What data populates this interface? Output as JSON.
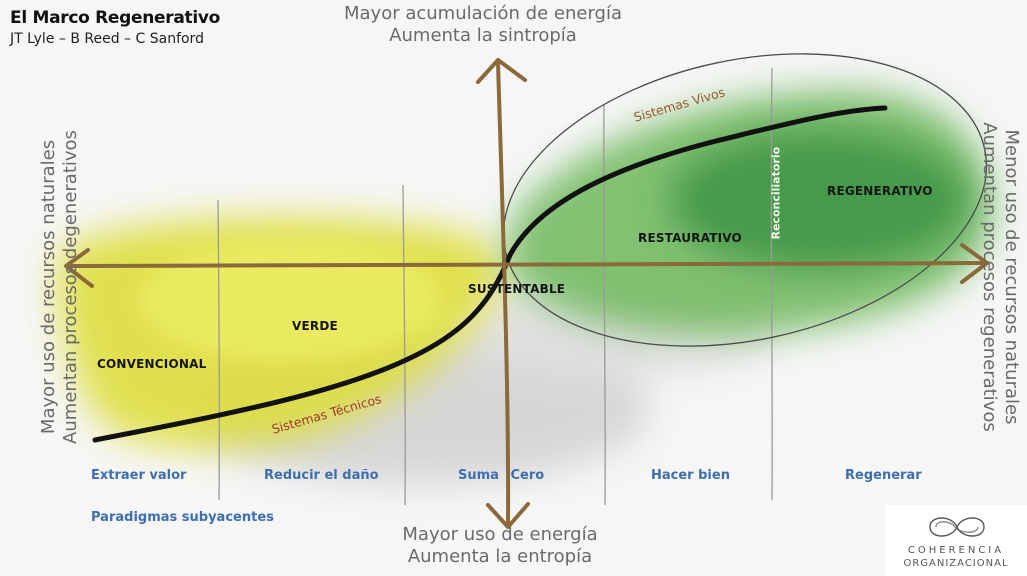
{
  "title": "El Marco Regenerativo",
  "subtitle": "JT Lyle – B Reed – C Sanford",
  "axes": {
    "top": [
      "Mayor acumulación de energía",
      "Aumenta la sintropía"
    ],
    "bottom": [
      "Mayor uso de energía",
      "Aumenta la entropía"
    ],
    "left": [
      "Mayor uso de recursos naturales",
      "Aumentan procesos degenerativos"
    ],
    "right": [
      "Menor uso de recursos naturales",
      "Aumentan procesos regenerativos"
    ]
  },
  "zones": {
    "convencional": "CONVENCIONAL",
    "verde": "VERDE",
    "sustentable": "SUSTENTABLE",
    "restaurativo": "RESTAURATIVO",
    "regenerativo": "REGENERATIVO",
    "reconciliatorio": "Reconciliatorio"
  },
  "curve_labels": {
    "vivos": "Sistemas Vivos",
    "tecnicos": "Sistemas Técnicos"
  },
  "stages": [
    "Extraer valor",
    "Reducir el daño",
    "Suma Cero",
    "Hacer bien",
    "Regenerar"
  ],
  "paradigmas": "Paradigmas subyacentes",
  "logo": {
    "line1": "COHERENCIA",
    "line2": "ORGANIZACIONAL"
  },
  "colors": {
    "arrow": "#8a6a3a",
    "curve": "#111111",
    "yellow_field": "#dede3e",
    "green_field": "#5aa54a",
    "stage_text": "#3d6fb0",
    "hand_text": "#9e3a2a"
  }
}
